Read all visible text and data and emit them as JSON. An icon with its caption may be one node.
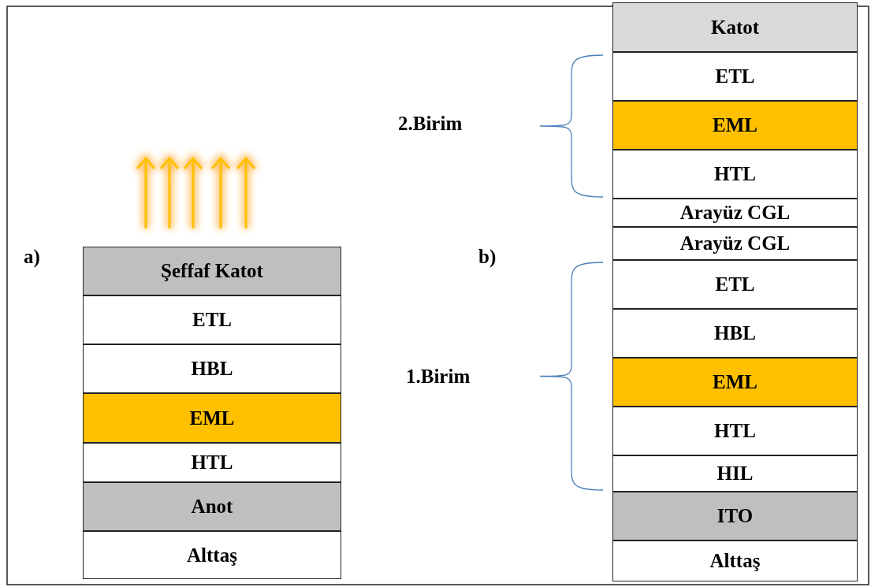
{
  "diagram": {
    "nodes": [
      {
        "text": [
          "Şeffaf Katot"
        ]
      },
      {
        "text": [
          "ETL"
        ]
      },
      {
        "text": [
          "HBL"
        ]
      },
      {
        "text": [
          "EML"
        ]
      },
      {
        "text": [
          "HTL"
        ]
      },
      {
        "text": [
          "Anot"
        ]
      },
      {
        "text": [
          "Alttaş"
        ]
      },
      {
        "text": [
          "Katot"
        ]
      },
      {
        "text": [
          "ETL"
        ]
      },
      {
        "text": [
          "EML"
        ]
      },
      {
        "text": [
          "HTL"
        ]
      },
      {
        "text": [
          "Arayüz CGL"
        ]
      },
      {
        "text": [
          "Arayüz CGL"
        ]
      },
      {
        "text": [
          "ETL"
        ]
      },
      {
        "text": [
          "HBL"
        ]
      },
      {
        "text": [
          "EML"
        ]
      },
      {
        "text": [
          "HTL"
        ]
      },
      {
        "text": [
          "HIL"
        ]
      },
      {
        "text": [
          "ITO"
        ]
      },
      {
        "text": [
          "Alttaş"
        ]
      }
    ],
    "labels": [
      "2.Birim",
      "a)",
      "b)",
      "1.Birim"
    ]
  }
}
